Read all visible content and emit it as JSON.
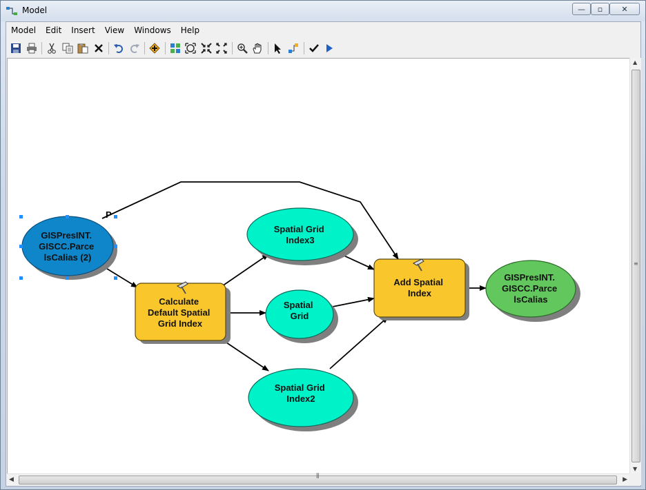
{
  "window": {
    "title": "Model",
    "buttons": {
      "minimize": "—",
      "restore": "▫",
      "close": "✕"
    }
  },
  "menu": [
    "Model",
    "Edit",
    "Insert",
    "View",
    "Windows",
    "Help"
  ],
  "toolbar": [
    "save-icon",
    "print-icon",
    "cut-icon",
    "copy-icon",
    "paste-icon",
    "delete-icon",
    "undo-icon",
    "redo-icon",
    "add-data-icon",
    "auto-layout-icon",
    "full-extent-icon",
    "zoom-in-fixed-icon",
    "zoom-out-fixed-icon",
    "zoom-icon",
    "pan-icon",
    "select-icon",
    "connect-icon",
    "validate-icon",
    "run-icon"
  ],
  "model": {
    "param_marker": "P",
    "nodes": {
      "input": [
        "GISPresINT.",
        "GISCC.Parce",
        "lsCalias (2)"
      ],
      "calc_tool": [
        "Calculate",
        "Default Spatial",
        "Grid Index"
      ],
      "grid_index3": [
        "Spatial Grid",
        "Index3"
      ],
      "grid": [
        "Spatial",
        "Grid"
      ],
      "grid_index2": [
        "Spatial Grid",
        "Index2"
      ],
      "add_tool": [
        "Add Spatial",
        "Index"
      ],
      "output": [
        "GISPresINT.",
        "GISCC.Parce",
        "lsCalias"
      ]
    },
    "colors": {
      "input": "#0f86c9",
      "tool": "#f9c62c",
      "variable": "#00f2c8",
      "output": "#62c85d",
      "selection": "#1e90ff"
    }
  }
}
